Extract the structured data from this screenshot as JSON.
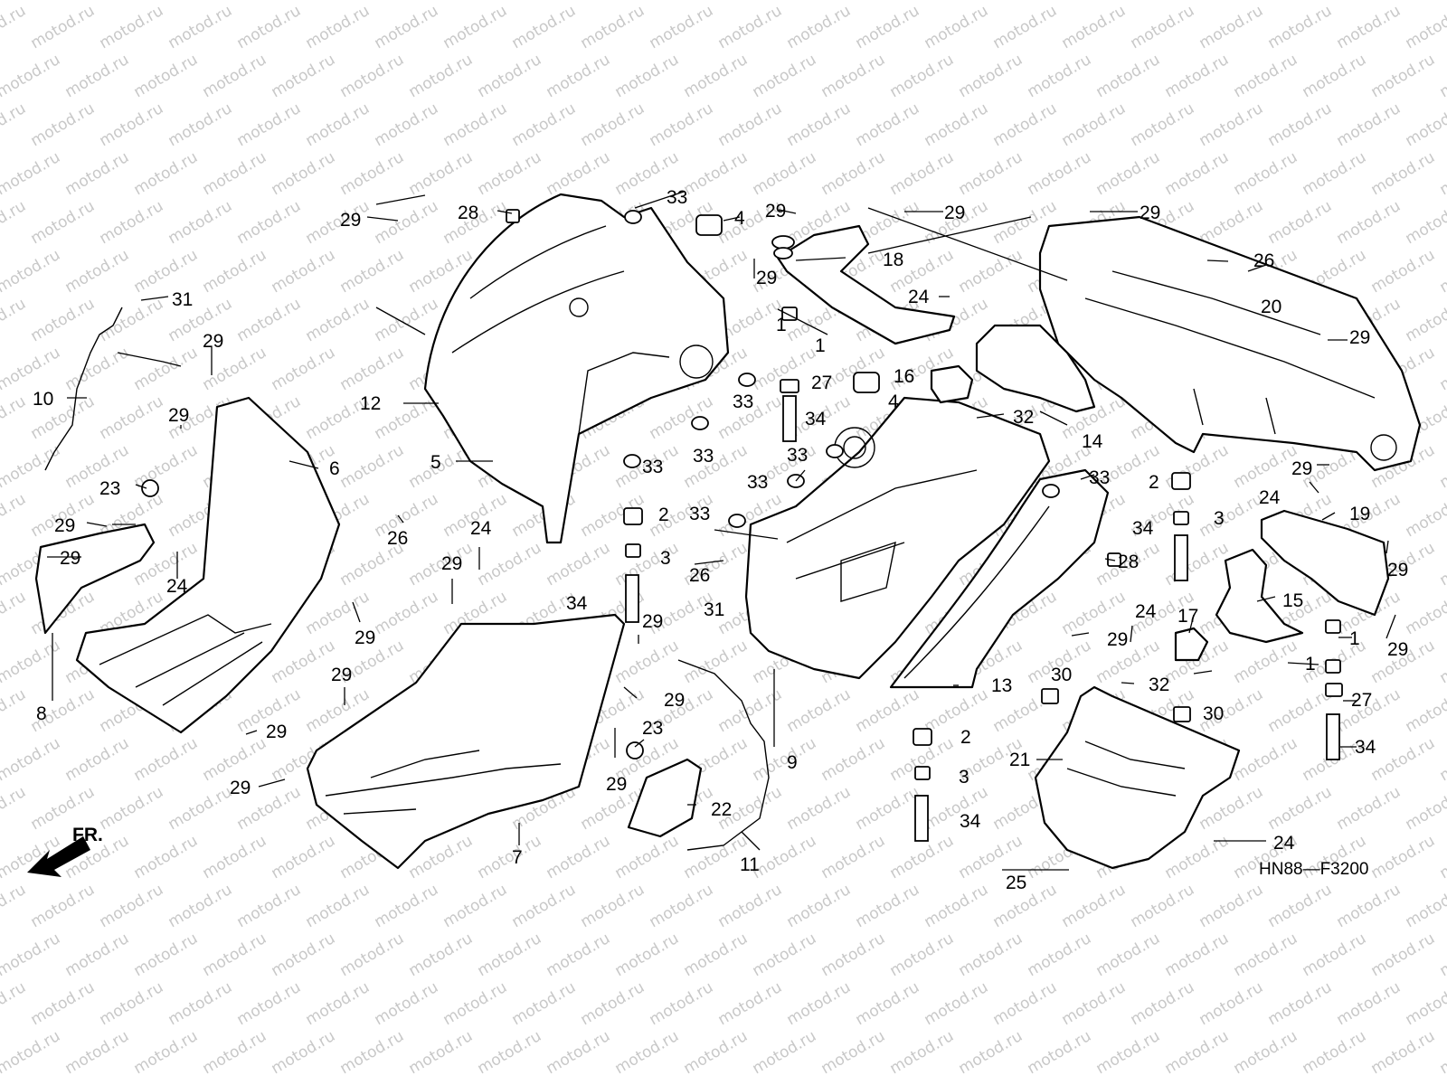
{
  "diagram_code": "HN88—F3200",
  "front_marker": "FR.",
  "watermark": "motod.ru",
  "callouts": [
    "1",
    "2",
    "3",
    "4",
    "5",
    "6",
    "7",
    "8",
    "9",
    "10",
    "11",
    "12",
    "13",
    "14",
    "15",
    "16",
    "17",
    "18",
    "19",
    "20",
    "21",
    "22",
    "23",
    "24",
    "25",
    "26",
    "27",
    "28",
    "29",
    "30",
    "31",
    "32",
    "33",
    "34"
  ]
}
